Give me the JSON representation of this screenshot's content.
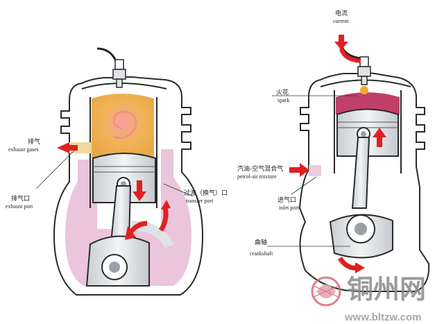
{
  "left_engine": {
    "exhaust_gases": {
      "cn": "排气",
      "en": "exhaust gases"
    },
    "exhaust_port": {
      "cn": "排气口",
      "en": "exhaust port"
    },
    "transfer_port": {
      "cn": "过渡（换气）口",
      "en": "transfer port"
    }
  },
  "right_engine": {
    "current": {
      "cn": "电流",
      "en": "current"
    },
    "spark": {
      "cn": "火花",
      "en": "spark"
    },
    "petrol_air_mixture": {
      "cn": "汽油-空气混合气",
      "en": "petrol-air mixture"
    },
    "inlet_port": {
      "cn": "进气口",
      "en": "inlet port"
    },
    "crankshaft": {
      "cn": "曲轴",
      "en": "crankshaft"
    }
  },
  "colors": {
    "arrow": "#e02020",
    "combustion": "#f0b455",
    "mixture": "#e8bfd8",
    "spark_chamber": "#c0406a",
    "metal": "#dfe3e6",
    "outline": "#2a2a2a"
  },
  "icons": [
    "red-flow-arrow",
    "spark-plug",
    "piston",
    "connecting-rod",
    "crankshaft"
  ],
  "watermark": {
    "name": "铜州网",
    "url": "www.bltzw.com"
  }
}
